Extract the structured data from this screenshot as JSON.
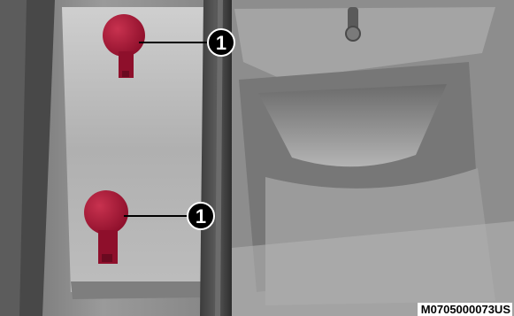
{
  "figure": {
    "code": "M0705000073US",
    "callouts": [
      {
        "number": "1",
        "marker_color": "#8e0f2b"
      },
      {
        "number": "1",
        "marker_color": "#8e0f2b"
      }
    ]
  },
  "colors": {
    "marker_red": "#8e0f2b",
    "marker_highlight": "#c8324f",
    "callout_fill": "#000000",
    "background": "#8a8a8a"
  }
}
